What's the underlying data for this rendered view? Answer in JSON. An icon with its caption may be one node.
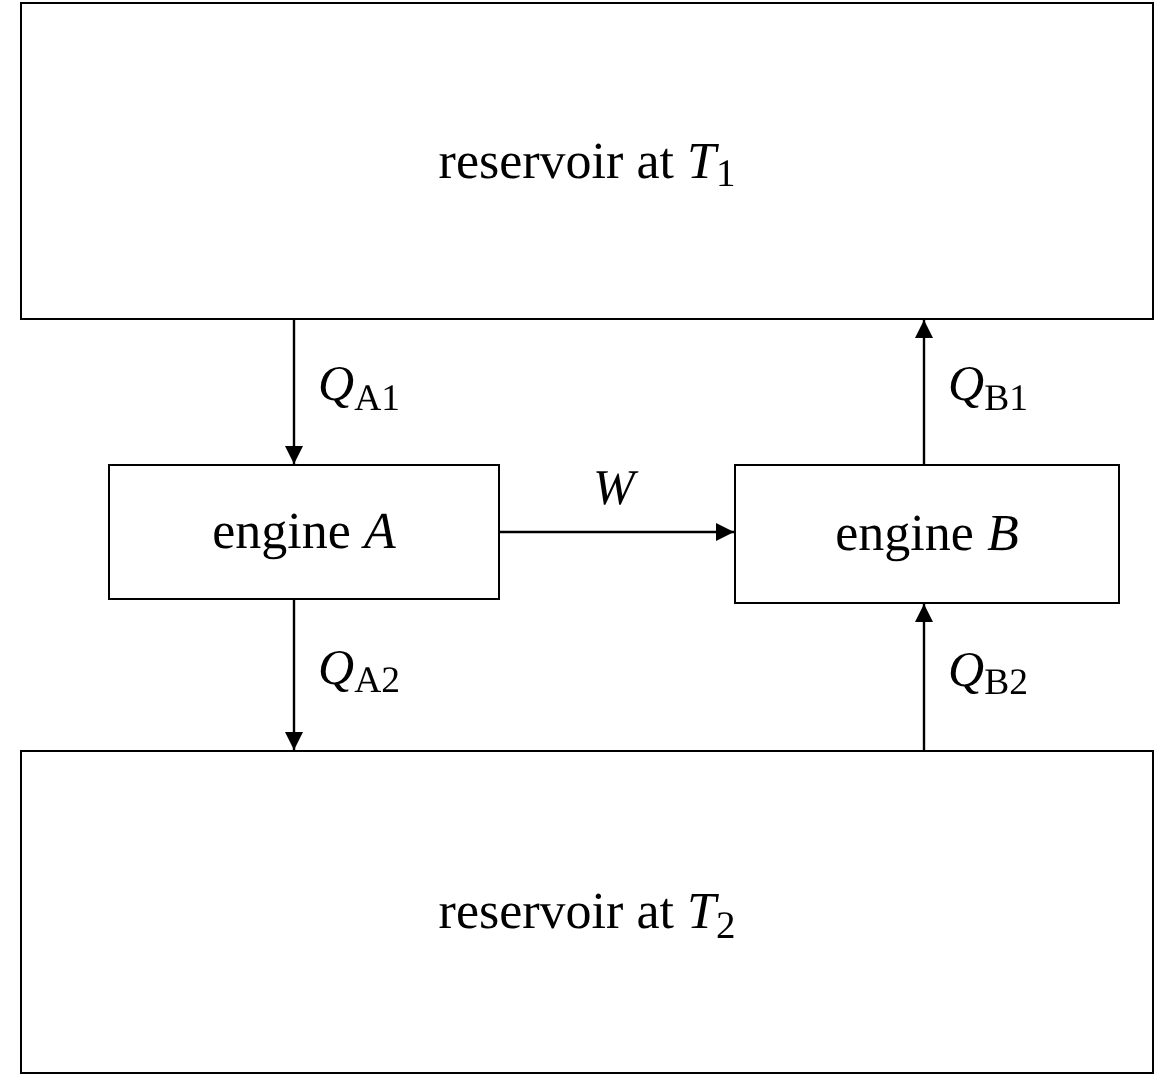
{
  "diagram": {
    "nodes": [
      {
        "text": [
          "reservoir at *T*$_{1}$"
        ]
      },
      {
        "text": [
          "engine *A*"
        ]
      },
      {
        "text": [
          "engine *B*"
        ]
      },
      {
        "text": [
          "reservoir at *T*$_{2}$"
        ]
      }
    ],
    "edges": [
      {
        "from": 0,
        "to": 1,
        "arrow": "to",
        "label": "*Q*$_{A1}$"
      },
      {
        "from": 1,
        "to": 3,
        "arrow": "to",
        "label": "*Q*$_{A2}$"
      },
      {
        "from": 1,
        "to": 2,
        "arrow": "to",
        "label": "*W*"
      },
      {
        "from": 3,
        "to": 2,
        "arrow": "to",
        "label": "*Q*$_{B2}$"
      },
      {
        "from": 2,
        "to": 0,
        "arrow": "to",
        "label": "*Q*$_{B1}$"
      }
    ]
  }
}
